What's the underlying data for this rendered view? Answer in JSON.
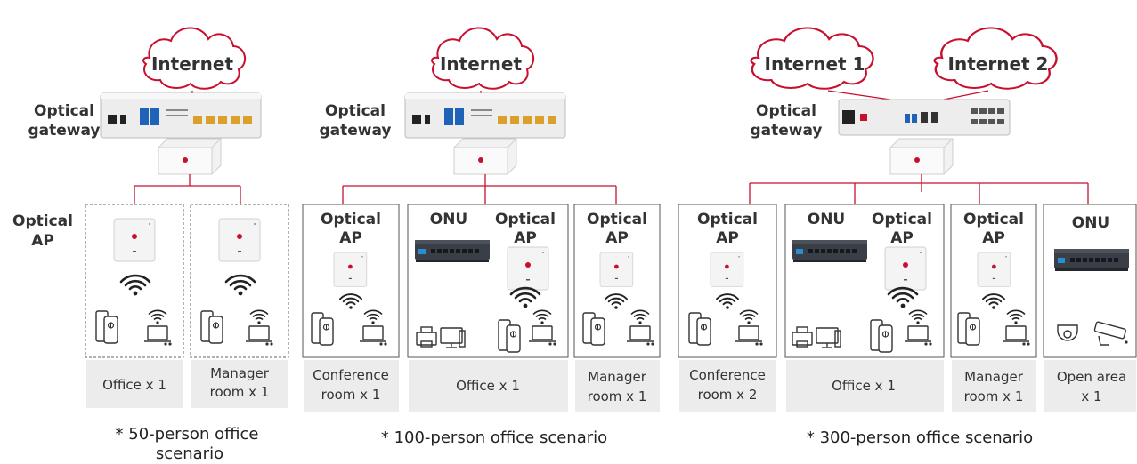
{
  "scenario_50": {
    "cloud": "Internet",
    "gateway_label_1": "Optical",
    "gateway_label_2": "gateway",
    "ap_label_1": "Optical",
    "ap_label_2": "AP",
    "rooms": [
      {
        "line1": "Office x 1",
        "line2": ""
      },
      {
        "line1": "Manager",
        "line2": "room x 1"
      }
    ],
    "caption_1": "* 50-person office",
    "caption_2": "scenario"
  },
  "scenario_100": {
    "cloud": "Internet",
    "gateway_label_1": "Optical",
    "gateway_label_2": "gateway",
    "boxes": [
      {
        "title_1": "Optical",
        "title_2": "AP"
      },
      {
        "onu": "ONU",
        "title_1": "Optical",
        "title_2": "AP"
      },
      {
        "title_1": "Optical",
        "title_2": "AP"
      }
    ],
    "rooms": [
      {
        "line1": "Conference",
        "line2": "room x 1"
      },
      {
        "line1": "Office x 1",
        "line2": ""
      },
      {
        "line1": "Manager",
        "line2": "room x 1"
      }
    ],
    "caption": "* 100-person office scenario"
  },
  "scenario_300": {
    "cloud_1": "Internet 1",
    "cloud_2": "Internet 2",
    "gateway_label_1": "Optical",
    "gateway_label_2": "gateway",
    "boxes": [
      {
        "title_1": "Optical",
        "title_2": "AP"
      },
      {
        "onu": "ONU",
        "title_1": "Optical",
        "title_2": "AP"
      },
      {
        "title_1": "Optical",
        "title_2": "AP"
      },
      {
        "onu": "ONU"
      }
    ],
    "rooms": [
      {
        "line1": "Conference",
        "line2": "room x 2"
      },
      {
        "line1": "Office x 1",
        "line2": ""
      },
      {
        "line1": "Manager",
        "line2": "room x 1"
      },
      {
        "line1": "Open area",
        "line2": "x 1"
      }
    ],
    "caption": "* 300-person office scenario"
  },
  "colors": {
    "accent": "#c8102e",
    "room_bg": "#ececec",
    "border": "#555555"
  },
  "icons": [
    "cloud-icon",
    "optical-gateway-icon",
    "splitter-icon",
    "optical-ap-icon",
    "onu-icon",
    "wifi-icon",
    "phone-icon",
    "laptop-icon",
    "printer-icon",
    "desktop-icon",
    "dome-camera-icon",
    "bullet-camera-icon"
  ]
}
